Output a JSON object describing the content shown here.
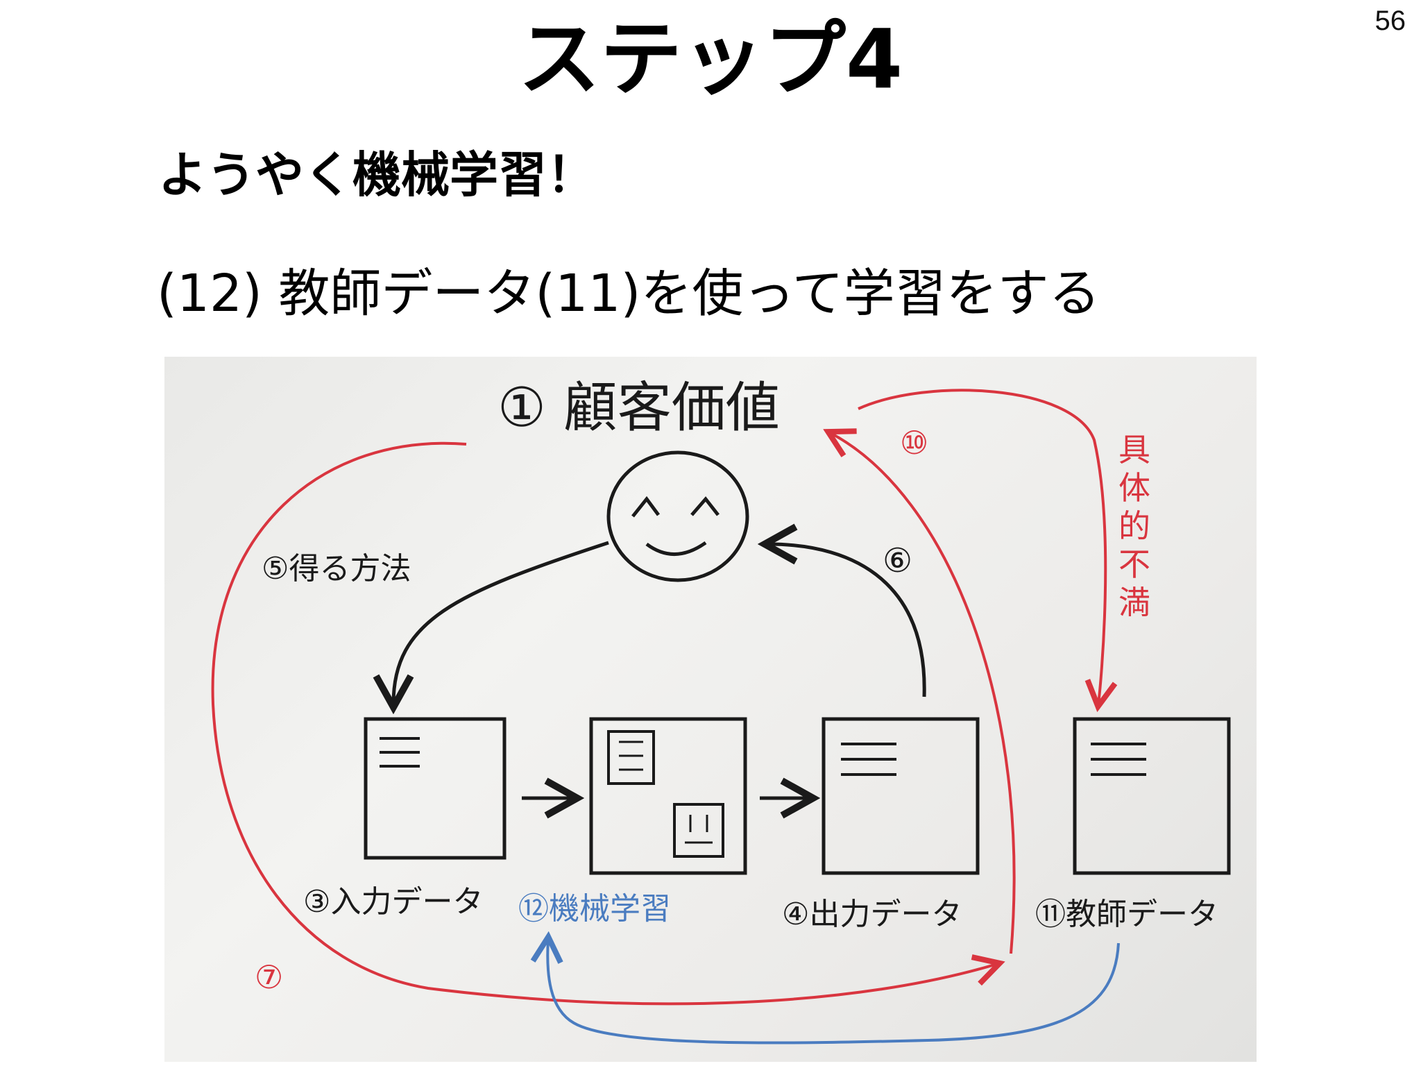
{
  "page_number": "56",
  "title": "ステップ4",
  "subtitle": "ようやく機械学習！",
  "body_line": "(12) 教師データ(11)を使って学習をする",
  "diagram": {
    "customer_value": "① 顧客価値",
    "label_5": "⑤得る方法",
    "label_6": "⑥",
    "label_7": "⑦",
    "label_10": "⑩",
    "side_note": [
      "具",
      "体",
      "的",
      "不",
      "満"
    ],
    "box_labels": {
      "input": "③入力データ",
      "ml": "⑫機械学習",
      "output": "④出力データ",
      "teacher": "⑪教師データ"
    },
    "colors": {
      "ink": "#1a1a1a",
      "red": "#d9353f",
      "blue": "#4a7cc0"
    }
  }
}
